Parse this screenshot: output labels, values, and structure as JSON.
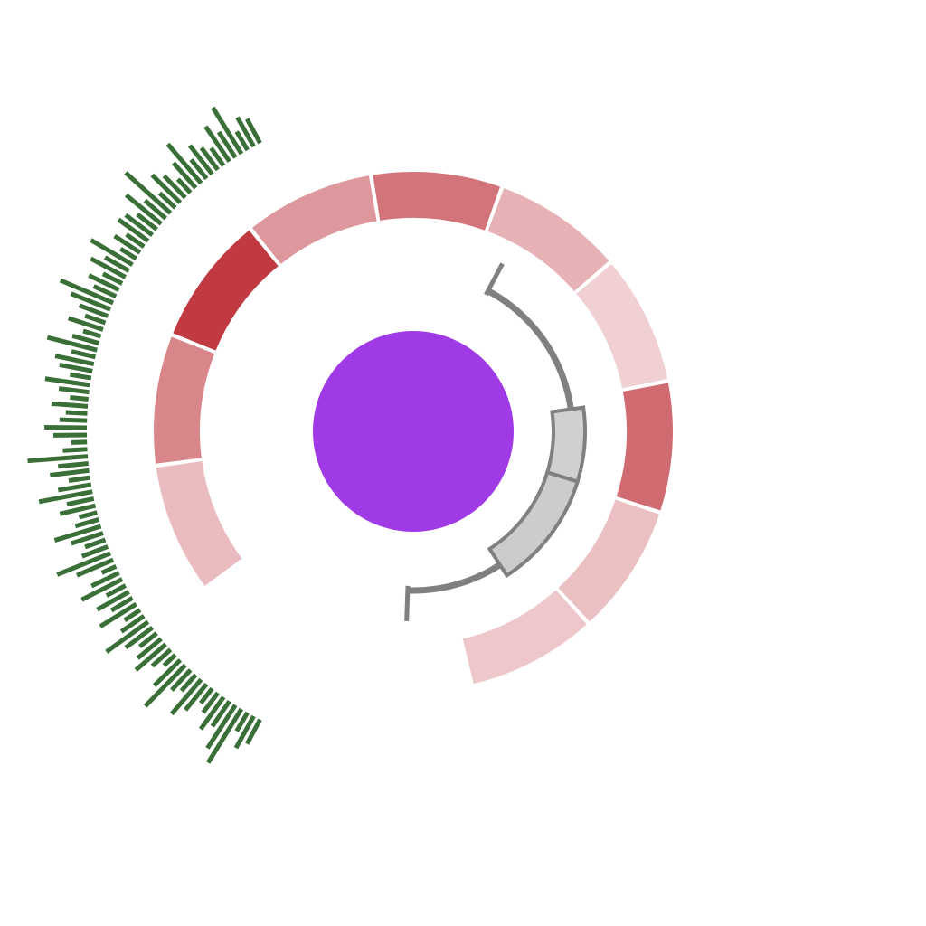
{
  "chart_data": {
    "type": "radial-composite",
    "title": "",
    "center_disc": {
      "color": "#a039e6"
    },
    "heat_ring": {
      "color": "#c0363f",
      "start_deg": -127,
      "end_deg": 167,
      "segments": [
        0.24,
        0.55,
        0.98,
        0.45,
        0.65,
        0.3,
        0.13,
        0.7,
        0.22,
        0.18
      ]
    },
    "outer_bars": {
      "color": "#3a7038",
      "start_deg": -152,
      "end_deg": -28,
      "values": [
        0.4,
        0.55,
        0.3,
        1.0,
        0.8,
        0.45,
        0.6,
        0.35,
        0.25,
        0.5,
        0.7,
        0.3,
        0.4,
        0.9,
        0.55,
        0.2,
        0.35,
        0.6,
        0.45,
        0.3,
        0.5,
        0.8,
        0.4,
        0.25,
        0.65,
        0.35,
        0.55,
        0.3,
        0.7,
        0.45,
        0.2,
        0.6,
        0.9,
        0.4,
        0.3,
        0.5,
        0.75,
        0.35,
        0.25,
        0.55,
        0.4,
        0.85,
        0.5,
        0.3,
        0.6,
        0.45,
        0.95,
        0.35,
        0.2,
        0.5,
        0.65,
        0.4,
        0.3,
        0.55,
        0.25,
        0.45,
        0.7,
        0.3,
        0.5,
        0.6,
        0.35,
        0.8,
        0.4,
        0.25,
        0.55,
        0.3,
        0.45,
        0.65,
        0.9,
        0.35,
        0.5,
        0.3,
        0.6,
        0.4,
        0.75,
        0.25,
        0.45,
        0.3,
        0.55,
        0.5,
        0.35,
        0.7,
        0.4,
        0.95,
        0.3,
        0.6,
        0.45,
        0.25,
        0.5,
        0.8,
        0.35,
        0.55,
        0.4,
        0.3,
        0.65,
        0.45,
        0.85,
        0.3,
        0.5,
        0.4
      ]
    },
    "inner_track": {
      "color": "#808080",
      "start_deg": 28,
      "end_deg": 182,
      "highlights": [
        {
          "start_deg": 82,
          "end_deg": 107,
          "fill": "#d0d0d0"
        },
        {
          "start_deg": 107,
          "end_deg": 147,
          "fill": "#cccccc"
        }
      ]
    }
  }
}
